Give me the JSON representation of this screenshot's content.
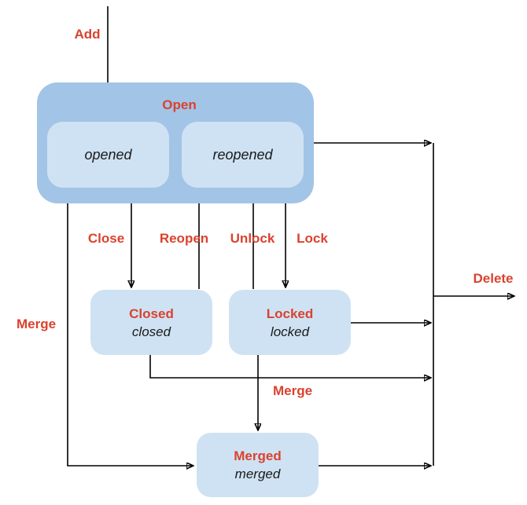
{
  "diagram": {
    "type": "state-diagram",
    "states": {
      "open": {
        "label": "Open",
        "substates": {
          "opened": {
            "value": "opened"
          },
          "reopened": {
            "value": "reopened"
          }
        }
      },
      "closed": {
        "label": "Closed",
        "value": "closed"
      },
      "locked": {
        "label": "Locked",
        "value": "locked"
      },
      "merged": {
        "label": "Merged",
        "value": "merged"
      }
    },
    "transitions": {
      "add": "Add",
      "close": "Close",
      "reopen": "Reopen",
      "unlock": "Unlock",
      "lock": "Lock",
      "merge_left": "Merge",
      "merge_bottom": "Merge",
      "delete": "Delete"
    },
    "colors": {
      "container_fill": "#a2c4e6",
      "state_fill": "#cfe2f3",
      "label_red": "#da422e",
      "line_black": "#000000",
      "value_text": "#1a1a1a",
      "background": "#ffffff"
    }
  }
}
